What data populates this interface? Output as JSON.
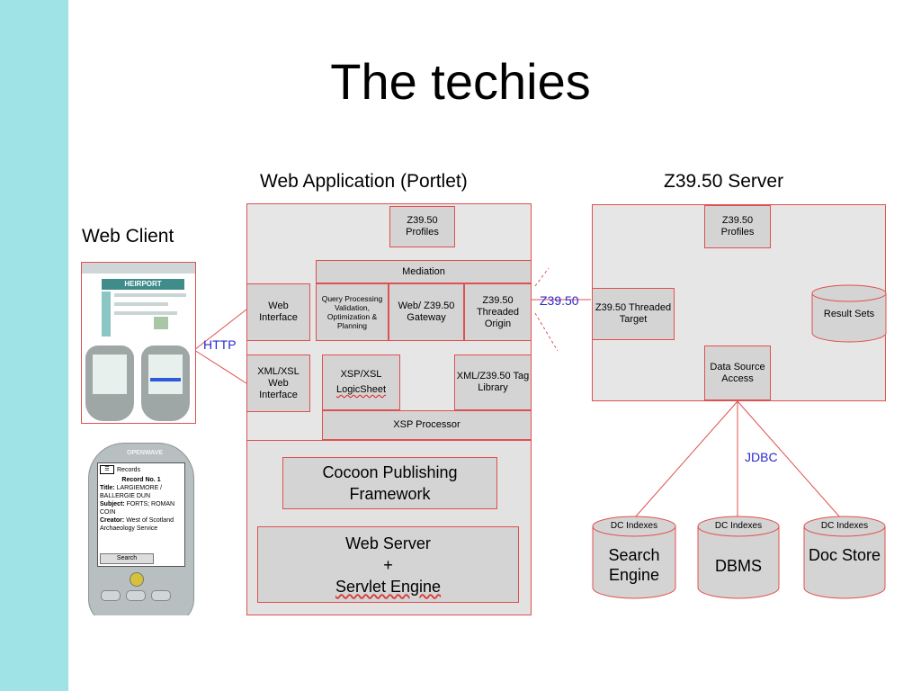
{
  "title": "The techies",
  "headings": {
    "web_app": "Web Application (Portlet)",
    "z_server": "Z39.50 Server",
    "web_client": "Web Client"
  },
  "webapp": {
    "z_profiles": "Z39.50 Profiles",
    "mediation": "Mediation",
    "web_interface": "Web Interface",
    "query_processing": "Query Processing Validation, Optimization & Planning",
    "gateway": "Web/ Z39.50 Gateway",
    "threaded_origin": "Z39.50 Threaded Origin",
    "xml_xsl": "XML/XSL Web Interface",
    "xsp_xsl_1": "XSP/XSL",
    "xsp_xsl_2": "LogicSheet",
    "tag_library": "XML/Z39.50 Tag Library",
    "xsp_processor": "XSP Processor",
    "cocoon_1": "Cocoon Publishing",
    "cocoon_2": "Framework",
    "webserver_1": "Web Server",
    "webserver_2": "+",
    "webserver_3": "Servlet Engine"
  },
  "server": {
    "profiles": "Z39.50 Profiles",
    "threaded_target": "Z39.50 Threaded Target",
    "result_sets": "Result Sets",
    "data_source": "Data Source Access"
  },
  "connectors": {
    "http": "HTTP",
    "z3950": "Z39.50",
    "jdbc": "JDBC"
  },
  "stores": [
    {
      "small": "DC Indexes",
      "big": "Search Engine"
    },
    {
      "small": "DC Indexes",
      "big": "DBMS"
    },
    {
      "small": "DC Indexes",
      "big": "Doc Store"
    }
  ],
  "phone": {
    "brand": "OPENWAVE",
    "menu": "Records",
    "record_no": "Record No. 1",
    "title_label": "Title:",
    "title_value": "LARGIEMORE / BALLERGIE DUN",
    "subject_label": "Subject:",
    "subject_value": "FORTS; ROMAN COIN",
    "creator_label": "Creator:",
    "creator_value": "West of Scotland Archaeology Service",
    "search": "Search"
  },
  "screenshot": {
    "banner": "HEIRPORT"
  },
  "colors": {
    "accent_bar": "#9fe3e6",
    "box_border": "#e05050",
    "box_fill": "#d4d4d4",
    "label_blue": "#2a2ad0"
  }
}
